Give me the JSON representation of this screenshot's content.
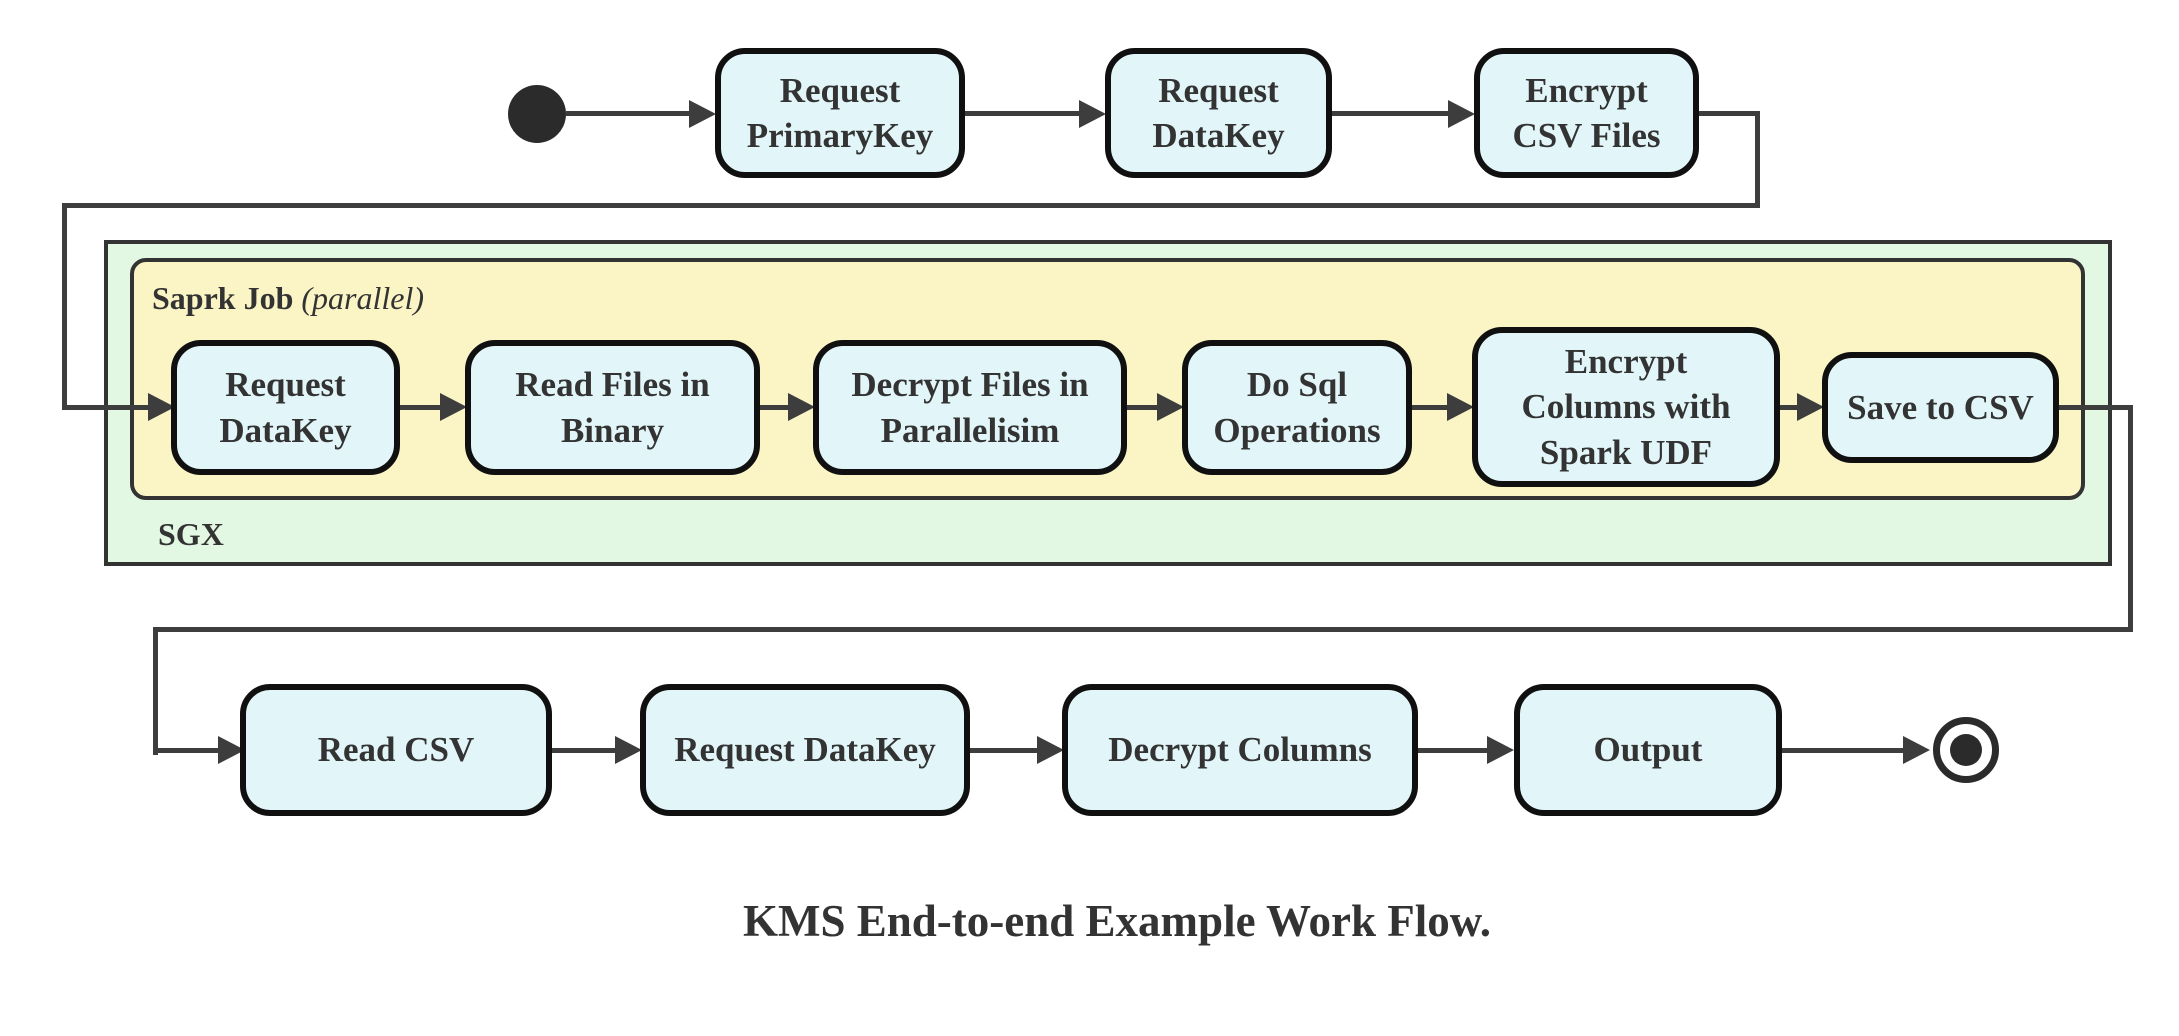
{
  "title": "KMS End-to-end Example Work Flow.",
  "colors": {
    "node-fill": "#e2f6f9",
    "node-border": "#101010",
    "line": "#3d3d3d",
    "sgx-fill": "#e2f8e3",
    "spark-fill": "#fbf5c6",
    "container-border": "#333333",
    "text": "#333333",
    "terminal": "#2b2b2b",
    "bg": "#ffffff"
  },
  "diagram": {
    "start_node": "start-state",
    "end_node": "end-state",
    "top_row": [
      {
        "label": "Request\nPrimaryKey"
      },
      {
        "label": "Request\nDataKey"
      },
      {
        "label": "Encrypt\nCSV Files"
      }
    ],
    "sgx_container": {
      "label": "SGX"
    },
    "spark_group": {
      "label_bold": "Saprk Job",
      "label_italic": "(parallel)",
      "nodes": [
        {
          "label": "Request\nDataKey"
        },
        {
          "label": "Read Files in\nBinary"
        },
        {
          "label": "Decrypt Files in\nParallelisim"
        },
        {
          "label": "Do Sql\nOperations"
        },
        {
          "label": "Encrypt\nColumns with\nSpark UDF"
        },
        {
          "label": "Save to CSV"
        }
      ]
    },
    "bottom_row": [
      {
        "label": "Read CSV"
      },
      {
        "label": "Request DataKey"
      },
      {
        "label": "Decrypt Columns"
      },
      {
        "label": "Output"
      }
    ]
  }
}
